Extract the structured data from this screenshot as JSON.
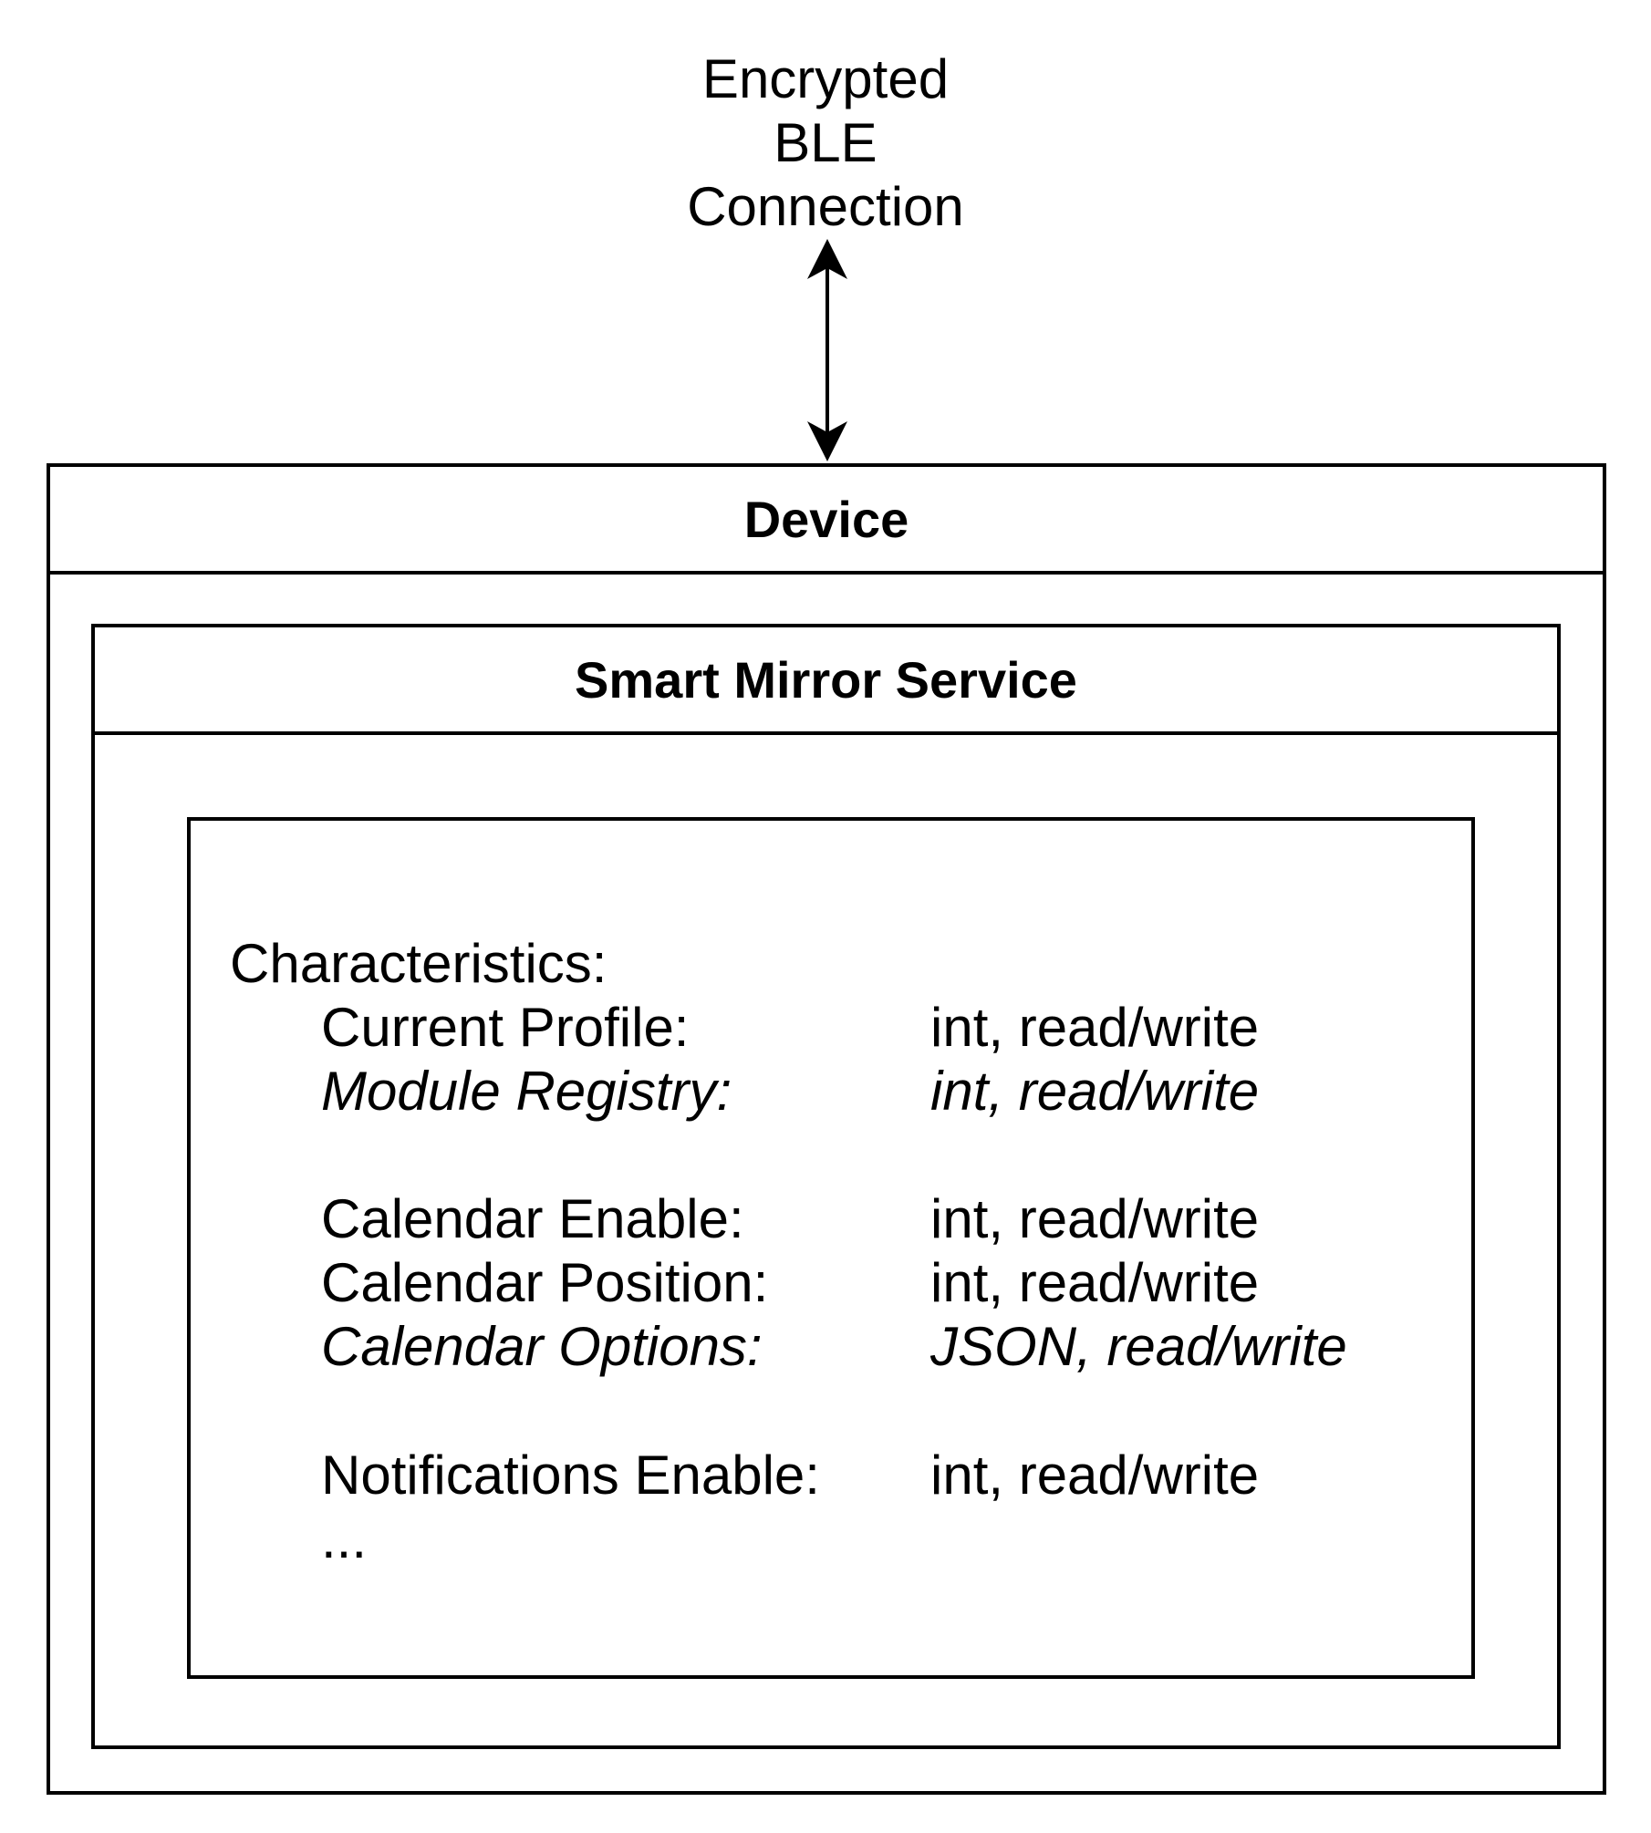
{
  "connection": {
    "label_lines": [
      "Encrypted",
      "BLE",
      "Connection"
    ]
  },
  "device": {
    "title": "Device"
  },
  "service": {
    "title": "Smart Mirror Service"
  },
  "characteristics": {
    "heading": "Characteristics:",
    "items": [
      {
        "name": "Current Profile:",
        "type": "int, read/write",
        "italic": false
      },
      {
        "name": "Module Registry:",
        "type": "int, read/write",
        "italic": true
      },
      {
        "name": "Calendar Enable:",
        "type": "int, read/write",
        "italic": false
      },
      {
        "name": "Calendar Position:",
        "type": "int, read/write",
        "italic": false
      },
      {
        "name": "Calendar Options:",
        "type": "JSON, read/write",
        "italic": true
      },
      {
        "name": "Notifications Enable:",
        "type": "int, read/write",
        "italic": false
      }
    ],
    "more": "..."
  },
  "colors": {
    "stroke": "#000000",
    "background": "#ffffff"
  }
}
